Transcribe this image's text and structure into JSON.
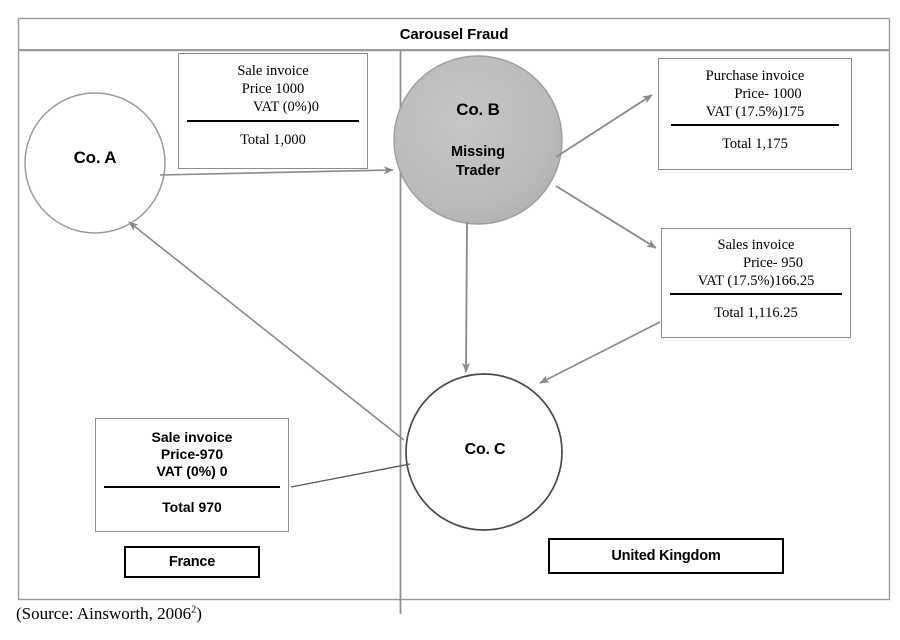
{
  "figure": {
    "title": "Carousel Fraud",
    "source_prefix": "(Source: Ainsworth, 2006",
    "source_superscript": "2",
    "source_suffix": ")",
    "accent_fill": "#b8b8b8",
    "line_color": "#8c8c8c",
    "frame_color": "#9a9a9a"
  },
  "nodes": {
    "co_a": {
      "label": "Co. A"
    },
    "co_b": {
      "label": "Co. B",
      "sub_line1": "Missing",
      "sub_line2": "Trader"
    },
    "co_c": {
      "label": "Co. C"
    }
  },
  "jurisdictions": {
    "france": "France",
    "united_kingdom": "United Kingdom"
  },
  "invoices": {
    "sale_a": {
      "heading": "Sale invoice",
      "price": "Price 1000",
      "vat": "VAT (0%)0",
      "total": "Total 1,000"
    },
    "purchase_b": {
      "heading": "Purchase invoice",
      "price": "Price- 1000",
      "vat": "VAT (17.5%)175",
      "total": "Total 1,175"
    },
    "sales_b": {
      "heading": "Sales invoice",
      "price": "Price- 950",
      "vat": "VAT (17.5%)166.25",
      "total": "Total 1,116.25"
    },
    "sale_c": {
      "heading": "Sale invoice",
      "price": "Price-970",
      "vat": "VAT (0%)   0",
      "total": "Total 970"
    }
  }
}
